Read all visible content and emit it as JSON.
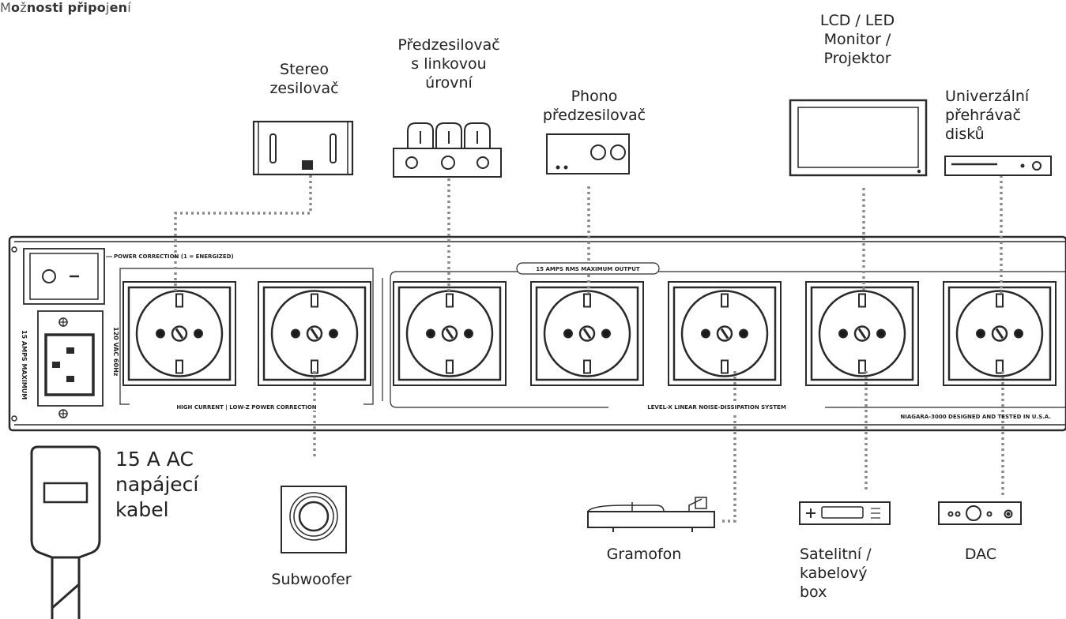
{
  "title": {
    "parts": [
      {
        "text": "M",
        "bold": false
      },
      {
        "text": "o",
        "bold": true
      },
      {
        "text": "ž",
        "bold": false
      },
      {
        "text": "nosti připo",
        "bold": true
      },
      {
        "text": "j",
        "bold": false
      },
      {
        "text": "en",
        "bold": true
      },
      {
        "text": "í",
        "bold": false
      }
    ]
  },
  "devices": {
    "stereo_amp": [
      "Stereo",
      "zesilovač"
    ],
    "line_preamp": [
      "Předzesilovač",
      "s linkovou",
      "úrovní"
    ],
    "phono_preamp": [
      "Phono",
      "předzesilovač"
    ],
    "monitor": [
      "LCD / LED",
      "Monitor /",
      "Projektor"
    ],
    "disc_player": [
      "Univerzální",
      "přehrávač",
      "disků"
    ],
    "subwoofer": [
      "Subwoofer"
    ],
    "turntable": [
      "Gramofon"
    ],
    "satellite": [
      "Satelitní /",
      "kabelový",
      "box"
    ],
    "dac": [
      "DAC"
    ],
    "power_cable": [
      "15 A AC",
      "napájecí",
      "kabel"
    ]
  },
  "panel": {
    "power_correction": "POWER CORRECTION (1 = ENERGIZED)",
    "rms_output": "15 AMPS RMS MAXIMUM OUTPUT",
    "high_current": "HIGH CURRENT | LOW-Z POWER CORRECTION",
    "level_x": "LEVEL-X LINEAR NOISE-DISSIPATION SYSTEM",
    "niagara": "NIAGARA-3000  DESIGNED AND TESTED IN U.S.A.",
    "amps_max": "15 AMPS MAXIMUM",
    "voltage": "120 VAC 60Hz"
  }
}
